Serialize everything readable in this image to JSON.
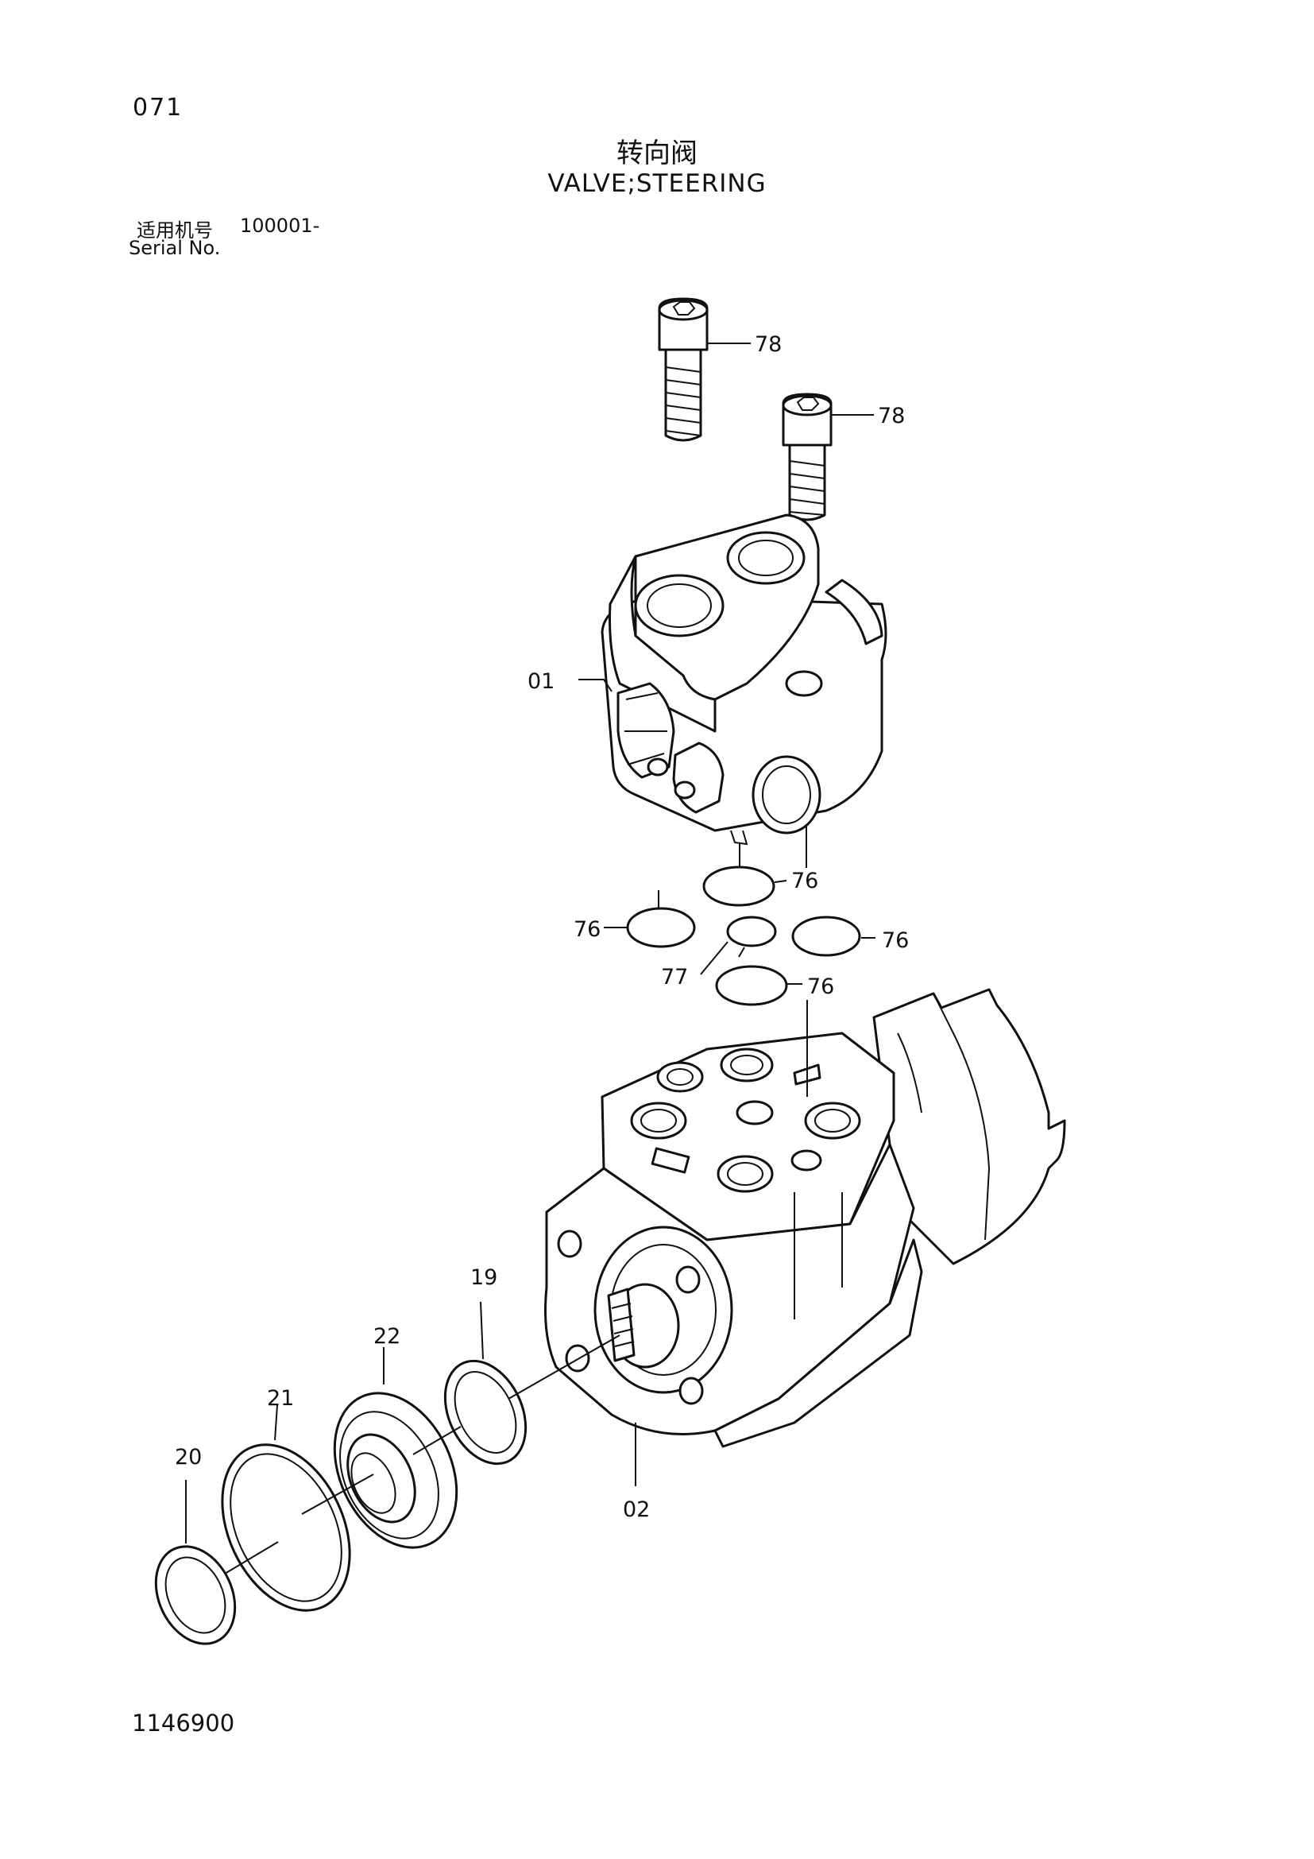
{
  "header": {
    "page_number": "071",
    "title_cn": "转向阀",
    "title_en": "VALVE;STEERING",
    "serial_label_cn": "适用机号",
    "serial_range": "100001-",
    "serial_label_en": "Serial No."
  },
  "footer": {
    "doc_number": "1146900"
  },
  "callouts": {
    "c01": "01",
    "c02": "02",
    "c19": "19",
    "c20": "20",
    "c21": "21",
    "c22": "22",
    "c76a": "76",
    "c76b": "76",
    "c76c": "76",
    "c76d": "76",
    "c77": "77",
    "c78a": "78",
    "c78b": "78"
  }
}
